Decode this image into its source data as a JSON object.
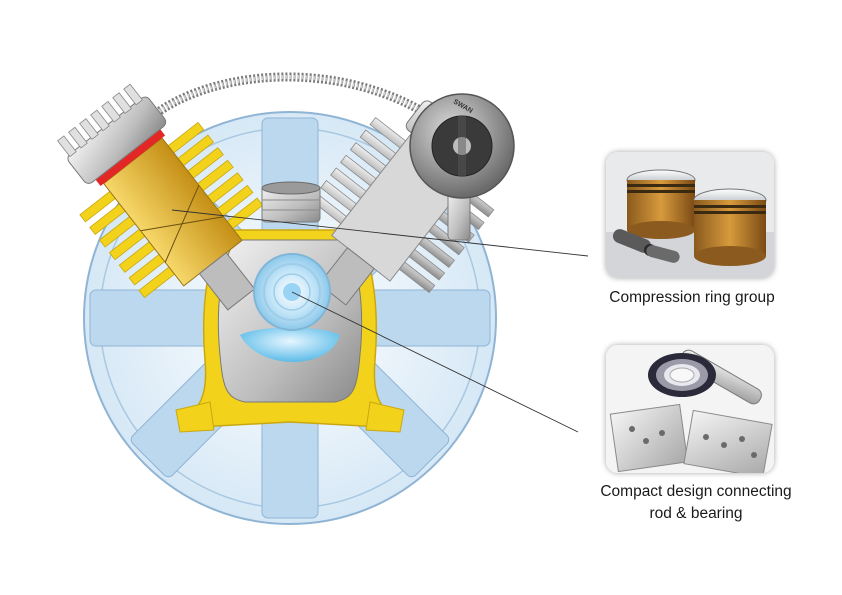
{
  "callouts": [
    {
      "label": "Compression ring group"
    },
    {
      "label_line1": "Compact design connecting",
      "label_line2": "rod & bearing"
    }
  ],
  "head_badge": "SWAN",
  "colors": {
    "flywheel": "#cfe4f4",
    "flywheel_outline": "#8fb4d4",
    "housing_yellow": "#f2d21a",
    "piston_gold": "#e2b431",
    "metal_gray": "#bdbdbd",
    "seal_red": "#e32626",
    "bearing_blue": "#a9d8f4",
    "oil_blue": "#8fd0f2"
  }
}
